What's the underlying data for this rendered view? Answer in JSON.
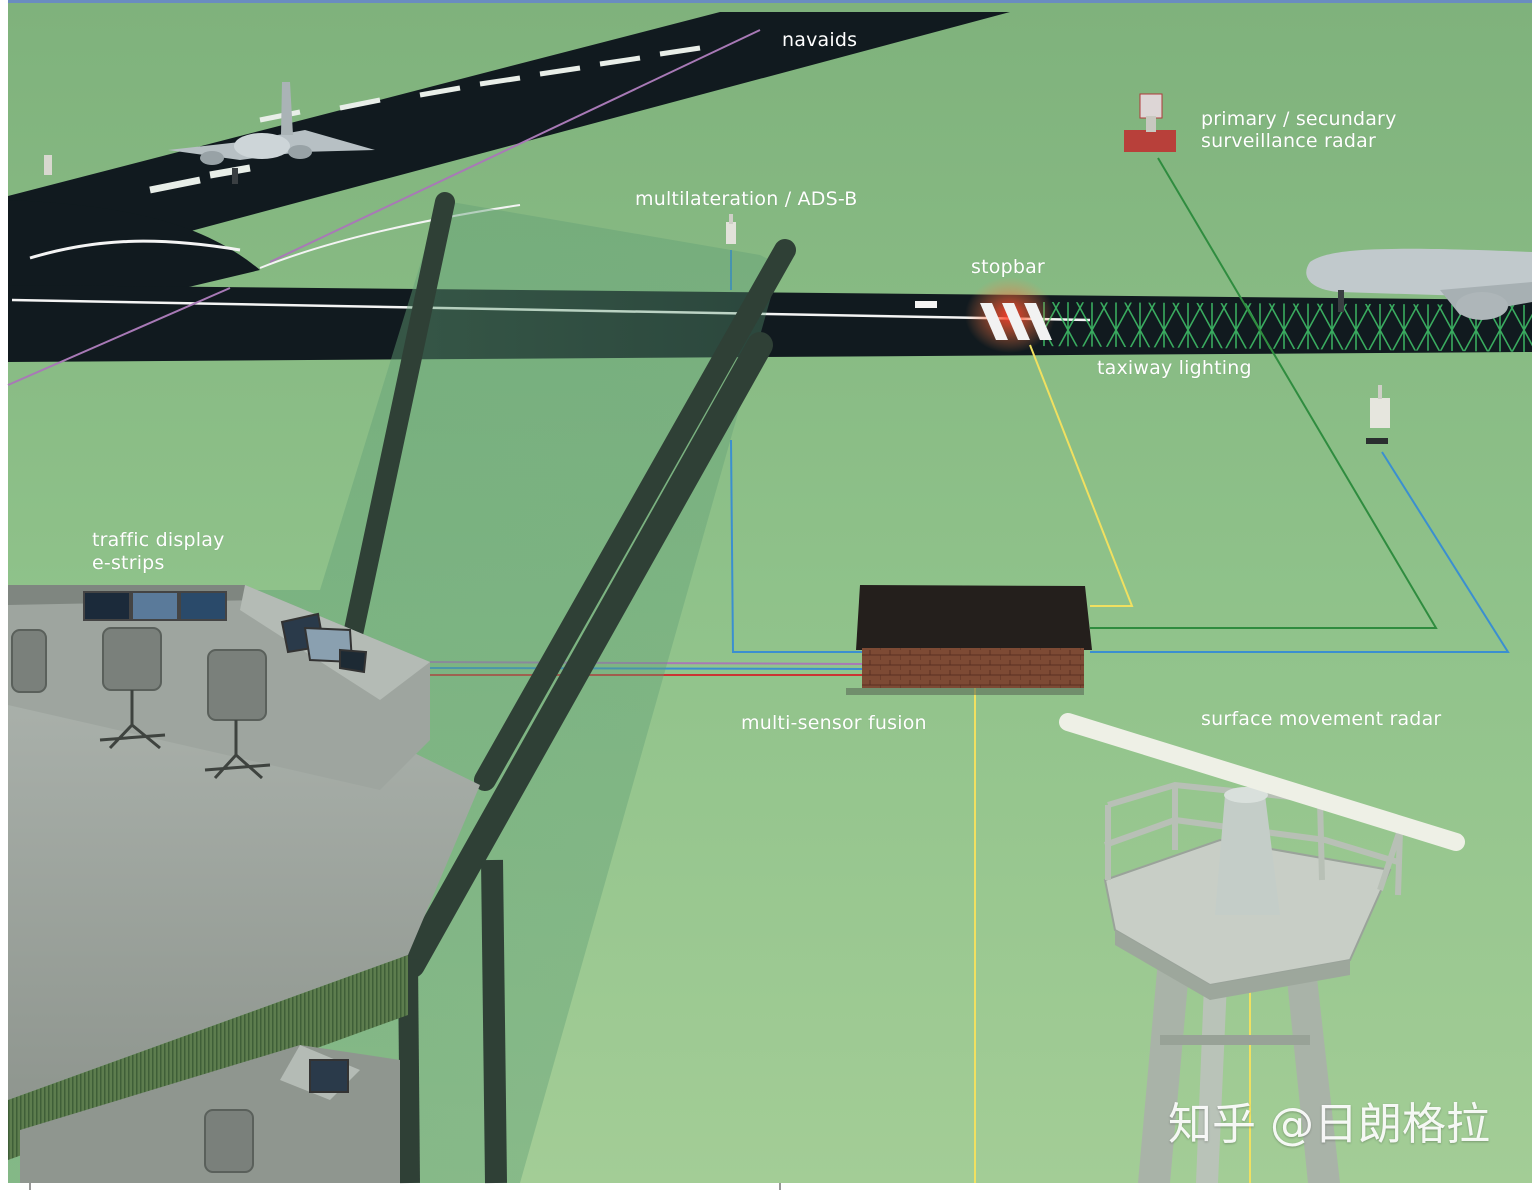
{
  "labels": {
    "navaids": "navaids",
    "radar_line1": "primary / secundary",
    "radar_line2": "surveillance radar",
    "mlat": "multilateration / ADS-B",
    "stopbar": "stopbar",
    "taxiway": "taxiway lighting",
    "traffic_line1": "traffic display",
    "traffic_line2": "e-strips",
    "fusion": "multi-sensor fusion",
    "smr": "surface movement radar"
  },
  "watermark": "知乎 @日朗格拉",
  "colors": {
    "ground": "#8fc28a",
    "tarmac": "#111a1f",
    "navaid_line": "#a879b6",
    "radar_line": "#2f8c3f",
    "sensor_line": "#3b8fd0",
    "stopbar_line": "#f0e060",
    "fusion_red": "#cc3333"
  }
}
